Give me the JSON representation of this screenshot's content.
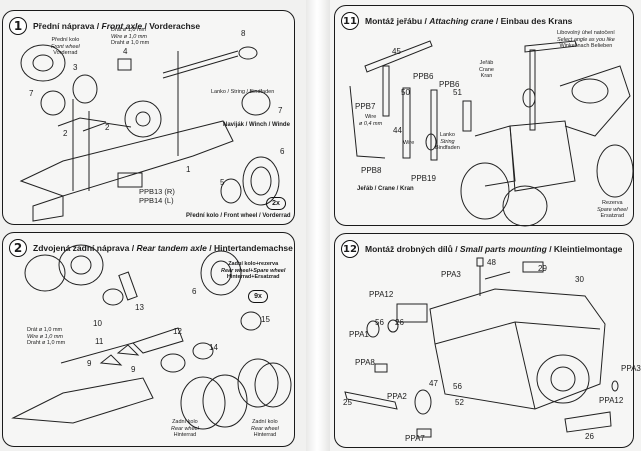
{
  "document": "Model kit assembly instructions (two-page spread)",
  "colors": {
    "paper": "#f3f3f2",
    "ink": "#1c1c1c"
  },
  "steps": [
    {
      "number": "1",
      "title_cz": "Přední náprava",
      "title_en": "Front axle",
      "title_de": "Vorderachse",
      "sep": " / ",
      "wire_note": [
        "Drát ø 1,0 mm",
        "Wire ø 1,0 mm",
        "Draht ø 1,0 mm"
      ],
      "front_wheel_label": [
        "Přední kolo",
        "Front wheel",
        "Vorderrad"
      ],
      "string_label": "Lanko / String / Bindfaden",
      "winch_label": "Naviják / Winch / Winde",
      "part_numbers": [
        "1",
        "2",
        "2",
        "3",
        "4",
        "5",
        "6",
        "7",
        "7",
        "8"
      ],
      "ppb_parts": [
        "PPB13 (R)",
        "PPB14 (L)"
      ],
      "multiplier": "2x",
      "footer_label": "Přední kolo / Front wheel / Vorderrad"
    },
    {
      "number": "2",
      "title_cz": "Zdvojená zadní náprava",
      "title_en": "Rear tandem axle",
      "title_de": "Hintertandemachse",
      "sep": " / ",
      "wire_note": [
        "Drát ø 1,0 mm",
        "Wire ø 1,0 mm",
        "Draht ø 1,0 mm"
      ],
      "spare_label": [
        "Zadní kolo+rezerva",
        "Rear wheel+Spare wheel",
        "Hinterrad+Ersatzrad"
      ],
      "multiplier": "9x",
      "part_numbers": [
        "6",
        "9",
        "9",
        "10",
        "11",
        "12",
        "13",
        "14",
        "15"
      ],
      "rear_wheel_left": [
        "Zadní kolo",
        "Rear wheel",
        "Hinterrad"
      ],
      "rear_wheel_right": [
        "Zadní kolo",
        "Rear wheel",
        "Hinterrad"
      ]
    },
    {
      "number": "11",
      "title_cz": "Montáž jeřábu",
      "title_en": "Attaching crane",
      "title_de": "Einbau des Krans",
      "sep": " / ",
      "angle_note": [
        "Libovolný úhel natočení",
        "Select angle as you like",
        "Winkel nach Belieben"
      ],
      "crane_label": [
        "Jeřáb",
        "Crane",
        "Kran"
      ],
      "wire_note": [
        "Wire",
        "ø 0,4 mm"
      ],
      "wire_label": "Wire",
      "string_label": [
        "Lanko",
        "String",
        "Bindfaden"
      ],
      "part_numbers": [
        "44",
        "45",
        "50",
        "51"
      ],
      "ppb_parts": [
        "PPB6",
        "PPB6",
        "PPB7",
        "PPB8",
        "PPB19"
      ],
      "footer_label": "Jeřáb / Crane / Kran",
      "spare_label": [
        "Rezerva",
        "Spare wheel",
        "Ersatzrad"
      ]
    },
    {
      "number": "12",
      "title_cz": "Montáž drobných dílů",
      "title_en": "Small parts mounting",
      "title_de": "Kleintielmontage",
      "sep": " / ",
      "part_numbers": [
        "25",
        "26",
        "26",
        "29",
        "30",
        "47",
        "48",
        "52",
        "56",
        "56"
      ],
      "ppa_parts": [
        "PPA3",
        "PPA12",
        "PPA1",
        "PPA8",
        "PPA2",
        "PPA7",
        "PPA3",
        "PPA12"
      ]
    }
  ]
}
